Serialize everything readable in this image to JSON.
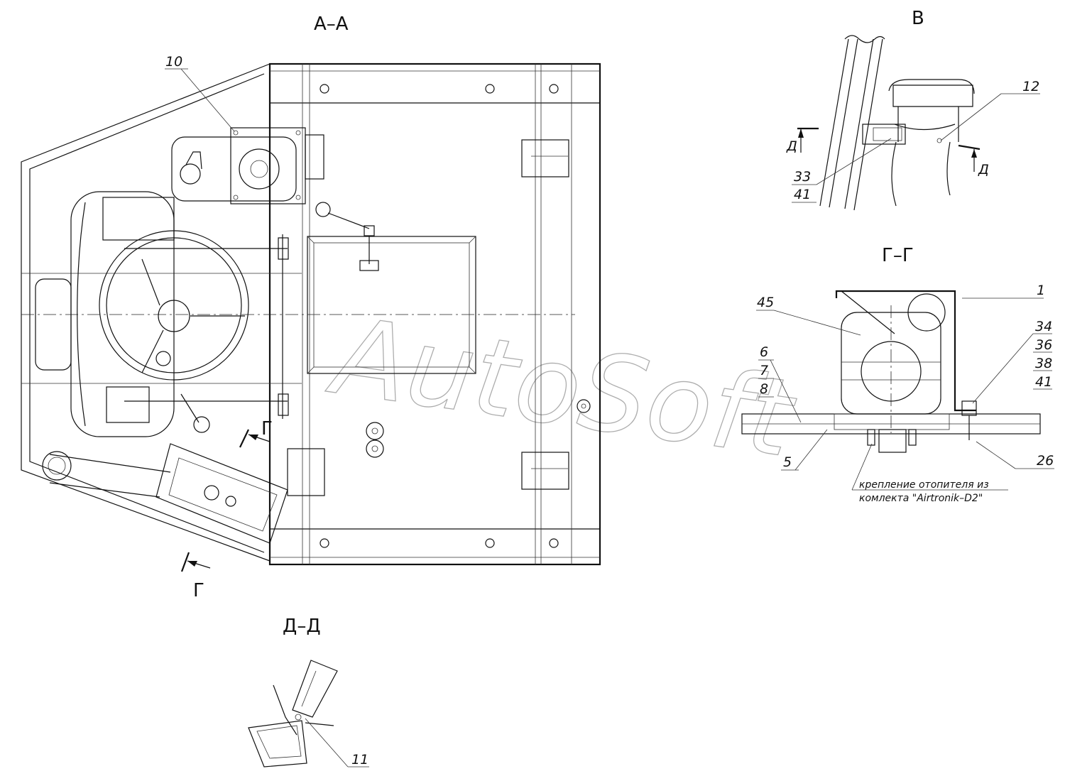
{
  "views": {
    "aa": {
      "title": "А–А"
    },
    "v": {
      "title": "В"
    },
    "gg": {
      "title": "Г–Г"
    },
    "dd": {
      "title": "Д–Д"
    }
  },
  "section_marks": {
    "g": "Г",
    "d": "Д"
  },
  "callouts": {
    "c1": "1",
    "c5": "5",
    "c6": "6",
    "c7": "7",
    "c8": "8",
    "c10": "10",
    "c11": "11",
    "c12": "12",
    "c26": "26",
    "c33": "33",
    "c34": "34",
    "c36": "36",
    "c38": "38",
    "c41a": "41",
    "c41b": "41",
    "c45": "45"
  },
  "note": {
    "line1": "крепление отопителя из",
    "line2": "комлекта \"Airtronik–D2\""
  },
  "watermark": "AutoSoft"
}
